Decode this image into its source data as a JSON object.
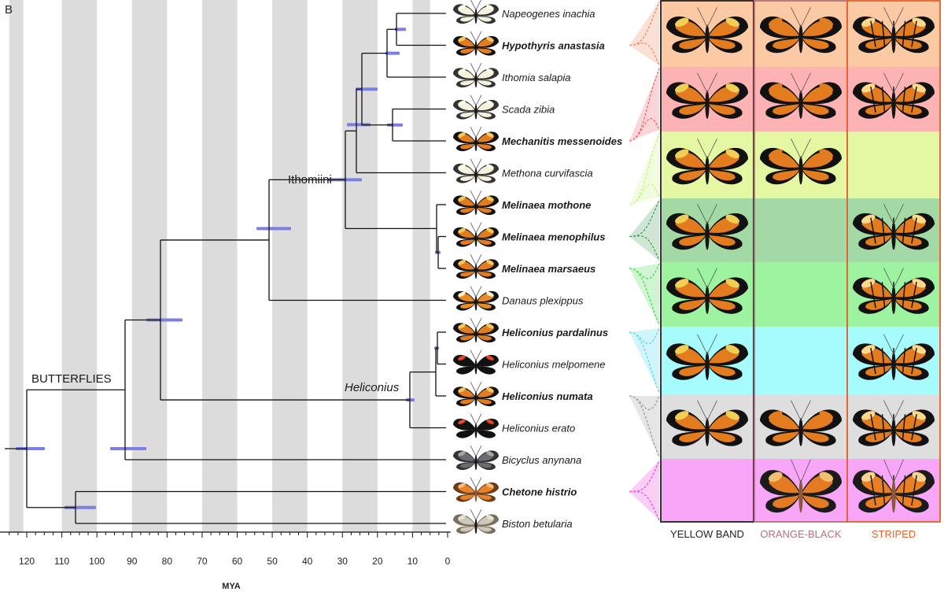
{
  "panel_label": "B",
  "axis": {
    "label": "MYA",
    "ticks": [
      "120",
      "110",
      "100",
      "90",
      "80",
      "70",
      "60",
      "50",
      "40",
      "30",
      "20",
      "10",
      "0"
    ],
    "range": [
      125,
      0
    ]
  },
  "clade_labels": [
    {
      "text": "BUTTERFLIES",
      "italic": false
    },
    {
      "text": "Ithomiini",
      "italic": false
    },
    {
      "text": "Heliconius",
      "italic": true
    }
  ],
  "taxa": [
    {
      "name": "Napeogenes inachia",
      "bold": false,
      "thumb": "clear-wing"
    },
    {
      "name": "Hypothyris anastasia",
      "bold": true,
      "thumb": "tiger"
    },
    {
      "name": "Ithomia salapia",
      "bold": false,
      "thumb": "clear-wing"
    },
    {
      "name": "Scada zibia",
      "bold": false,
      "thumb": "clear-wing"
    },
    {
      "name": "Mechanitis messenoides",
      "bold": true,
      "thumb": "tiger"
    },
    {
      "name": "Methona curvifascia",
      "bold": false,
      "thumb": "clear-wing"
    },
    {
      "name": "Melinaea mothone",
      "bold": true,
      "thumb": "tiger"
    },
    {
      "name": "Melinaea menophilus",
      "bold": true,
      "thumb": "tiger"
    },
    {
      "name": "Melinaea marsaeus",
      "bold": true,
      "thumb": "tiger"
    },
    {
      "name": "Danaus plexippus",
      "bold": false,
      "thumb": "monarch"
    },
    {
      "name": "Heliconius pardalinus",
      "bold": true,
      "thumb": "tiger"
    },
    {
      "name": "Heliconius melpomene",
      "bold": false,
      "thumb": "red-black"
    },
    {
      "name": "Heliconius numata",
      "bold": true,
      "thumb": "tiger"
    },
    {
      "name": "Heliconius erato",
      "bold": false,
      "thumb": "red-black"
    },
    {
      "name": "Bicyclus anynana",
      "bold": false,
      "thumb": "brown"
    },
    {
      "name": "Chetone histrio",
      "bold": true,
      "thumb": "moth"
    },
    {
      "name": "Biston betularia",
      "bold": false,
      "thumb": "peppered"
    }
  ],
  "colors": {
    "background_band": "#dcdcdc",
    "branch": "#111111",
    "confidence_bar": "#7b7fe3",
    "label_text": "#1a1a1a"
  },
  "pattern_columns": [
    {
      "label": "YELLOW BAND",
      "color": "#222222"
    },
    {
      "label": "ORANGE-BLACK",
      "color": "#b2707e"
    },
    {
      "label": "STRIPED",
      "color": "#e8622c"
    }
  ],
  "pattern_rows": [
    {
      "species": "Hypothyris anastasia",
      "bg": "#fbc9a4",
      "patterns": [
        "yellow-band",
        "orange-black",
        "striped"
      ]
    },
    {
      "species": "Mechanitis messenoides",
      "bg": "#fdb2b4",
      "patterns": [
        "yellow-band",
        "orange-black",
        "striped"
      ]
    },
    {
      "species": "Melinaea mothone",
      "bg": "#e4f7a2",
      "patterns": [
        "yellow-band",
        "orange-black",
        null
      ]
    },
    {
      "species": "Melinaea menophilus",
      "bg": "#a2d9a4",
      "patterns": [
        "yellow-band",
        null,
        "striped"
      ]
    },
    {
      "species": "Melinaea marsaeus",
      "bg": "#9ef3a0",
      "patterns": [
        "yellow-band",
        null,
        "striped"
      ]
    },
    {
      "species": "Heliconius pardalinus",
      "bg": "#a6fbfd",
      "patterns": [
        "yellow-band",
        null,
        "striped"
      ]
    },
    {
      "species": "Heliconius numata",
      "bg": "#dedede",
      "patterns": [
        "yellow-band",
        "orange-black",
        "striped"
      ]
    },
    {
      "species": "Chetone histrio",
      "bg": "#f8a6f8",
      "patterns": [
        null,
        "moth-orange-black",
        "moth-striped"
      ]
    }
  ],
  "connector_colors": [
    "#f0845a",
    "#ee5a64",
    "#c6f27a",
    "#3f9a52",
    "#44d84c",
    "#4ad8f0",
    "#9a9a9a",
    "#f040d8"
  ]
}
